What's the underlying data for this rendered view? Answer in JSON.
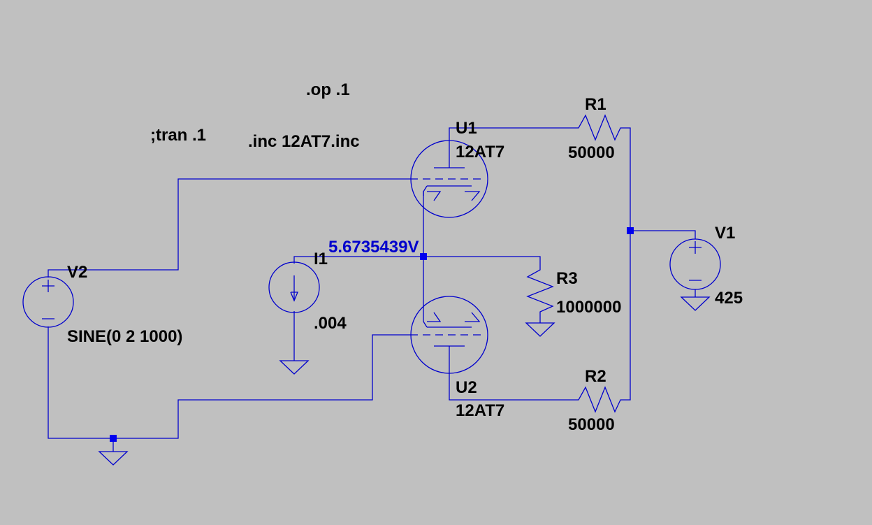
{
  "directives": {
    "op": ".op .1",
    "tran": ";tran .1",
    "include": ".inc 12AT7.inc"
  },
  "components": {
    "u1": {
      "name": "U1",
      "model": "12AT7"
    },
    "u2": {
      "name": "U2",
      "model": "12AT7"
    },
    "r1": {
      "name": "R1",
      "value": "50000"
    },
    "r2": {
      "name": "R2",
      "value": "50000"
    },
    "r3": {
      "name": "R3",
      "value": "1000000"
    },
    "v1": {
      "name": "V1",
      "value": "425"
    },
    "v2": {
      "name": "V2",
      "value": "SINE(0 2 1000)"
    },
    "i1": {
      "name": "I1",
      "value": ".004"
    }
  },
  "probe": {
    "label": "5.6735439V"
  },
  "colors": {
    "background": "#c0c0c0",
    "wire": "#0000cc",
    "junction": "#0000ee",
    "text": "#000000"
  }
}
